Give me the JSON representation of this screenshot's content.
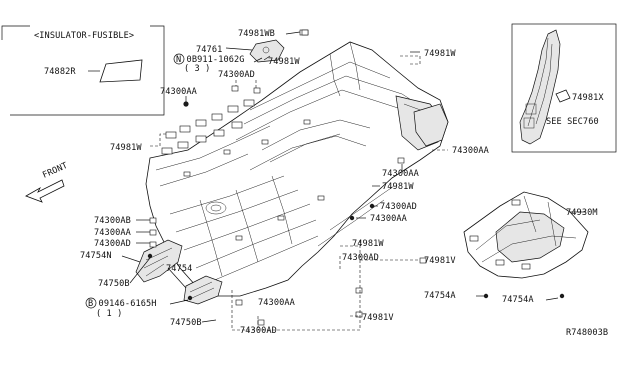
{
  "inset_left": {
    "title": "<INSULATOR-FUSIBLE>",
    "part": "74882R"
  },
  "inset_right": {
    "part": "74981X",
    "note": "SEE SEC760"
  },
  "callouts": {
    "c_74981WB": "74981WB",
    "c_74761": "74761",
    "c_0891": "N 0B911-1062G",
    "c_0891_qty": "( 3 )",
    "c_74981W_top": "74981W",
    "c_74300AD_top": "74300AD",
    "c_74981W_right": "74981W",
    "c_74300AA_upperleft": "74300AA",
    "c_74981W_left": "74981W",
    "c_74300AA_right": "74300AA",
    "c_74300AA_mid": "74300AA",
    "c_74981W_mid": "74981W",
    "c_74300AD_mid": "74300AD",
    "c_74300AA_mid2": "74300AA",
    "c_74300AB": "74300AB",
    "c_74300AA_left": "74300AA",
    "c_74300AD_left": "74300AD",
    "c_74754N": "74754N",
    "c_74754": "74754",
    "c_74750B_a": "74750B",
    "c_74981W_low": "74981W",
    "c_74300AD_low": "74300AD",
    "c_74981V_right": "74981V",
    "c_08146": "B 09146-6165H",
    "c_08146_qty": "( 1 )",
    "c_74750B_b": "74750B",
    "c_74300AA_bottom": "74300AA",
    "c_74981V_bottom": "74981V",
    "c_74300AD_bottom": "74300AD",
    "c_74930M": "74930M",
    "c_74754A_left": "74754A",
    "c_74754A_right": "74754A"
  },
  "front_label": "FRONT",
  "diagram_code": "R748003B"
}
